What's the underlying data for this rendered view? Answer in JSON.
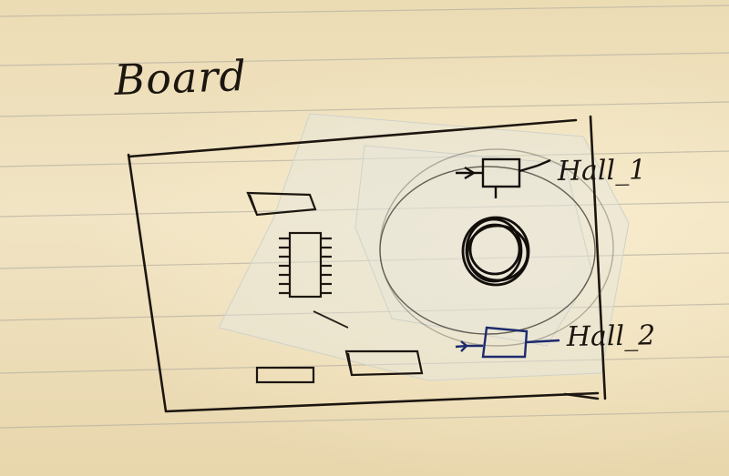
{
  "diagram": {
    "title": "Board",
    "labels": {
      "hall_1": "Hall_1",
      "hall_2": "Hall_2"
    },
    "colors": {
      "ink": "#1c1610",
      "blue_ink": "#1d2a6e",
      "tape": "#dfe3dc"
    }
  }
}
